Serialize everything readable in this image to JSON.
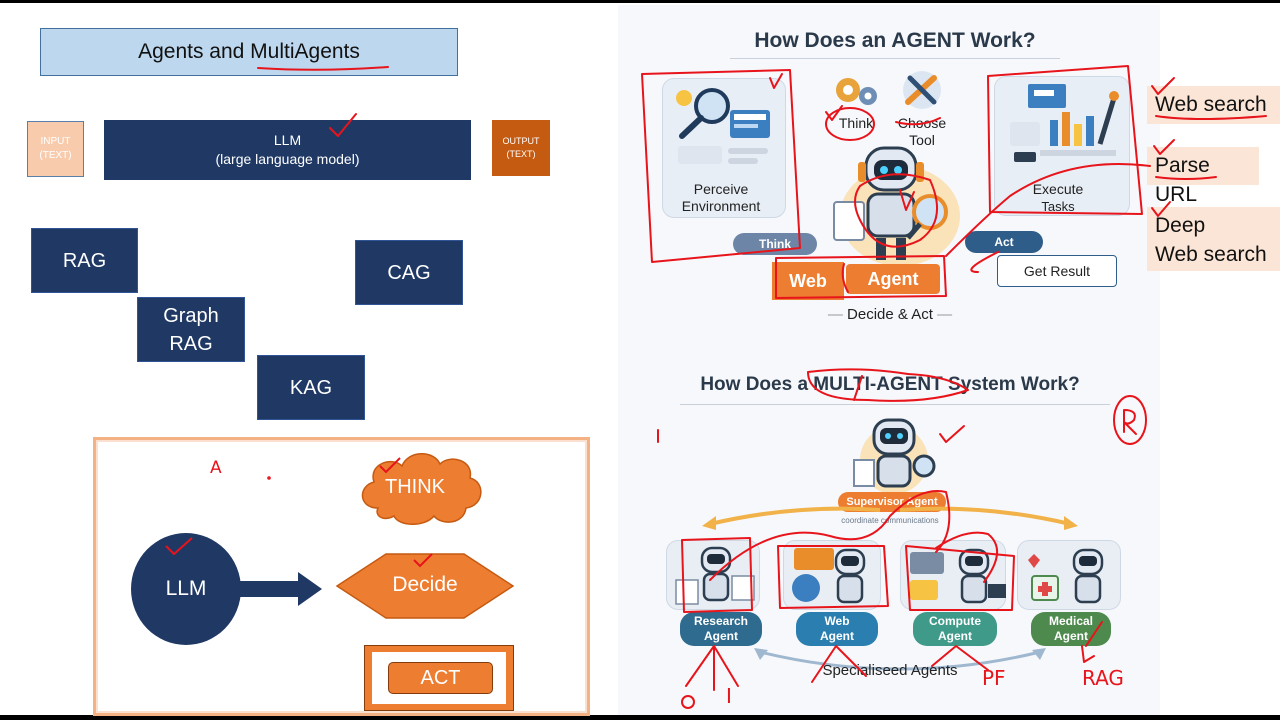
{
  "left": {
    "title": "Agents and MultiAgents",
    "input": {
      "line1": "INPUT",
      "line2": "(TEXT)"
    },
    "llm": {
      "line1": "LLM",
      "line2": "(large language model)"
    },
    "output": {
      "line1": "OUTPUT",
      "line2": "(TEXT)"
    },
    "rag": "RAG",
    "graph_rag": {
      "line1": "Graph",
      "line2": "RAG"
    },
    "cag": "CAG",
    "kag": "KAG",
    "frame": {
      "mark_a": "A",
      "think": "THINK",
      "llm": "LLM",
      "decide": "Decide",
      "act": "ACT"
    }
  },
  "agent_panel": {
    "heading": "How Does an AGENT Work?",
    "perceive": {
      "line1": "Perceive",
      "line2": "Environment"
    },
    "think": "Think",
    "choose_tool": {
      "line1": "Choose",
      "line2": "Tool"
    },
    "execute": {
      "line1": "Execute",
      "line2": "Tasks"
    },
    "think_pill": "Think",
    "act_pill": "Act",
    "web": "Web",
    "agent": "Agent",
    "get_result": "Get Result",
    "decide_act": "Decide & Act"
  },
  "notes": {
    "web_search": "Web search",
    "parse_url": "Parse URL",
    "deep_line1": "Deep",
    "deep_line2": "Web search"
  },
  "multi_panel": {
    "heading": "How Does a MULTI-AGENT System Work?",
    "supervisor": "Supervisor Agent",
    "coordinate": "coordinate communications",
    "agents": [
      {
        "line1": "Research",
        "line2": "Agent",
        "color": "#2e6b8e"
      },
      {
        "line1": "Web",
        "line2": "Agent",
        "color": "#2a7fb0"
      },
      {
        "line1": "Compute",
        "line2": "Agent",
        "color": "#3f9a8a"
      },
      {
        "line1": "Medical",
        "line2": "Agent",
        "color": "#4e8a4e"
      }
    ],
    "specialised": "Specialiseed Agents"
  },
  "handwriting": {
    "i": "I",
    "pf": "PF",
    "rag": "RAG"
  },
  "colors": {
    "navy": "#1f3864",
    "orange": "#ed7d31",
    "ink": "#e8141b",
    "note_bg": "#fbe5d6"
  }
}
